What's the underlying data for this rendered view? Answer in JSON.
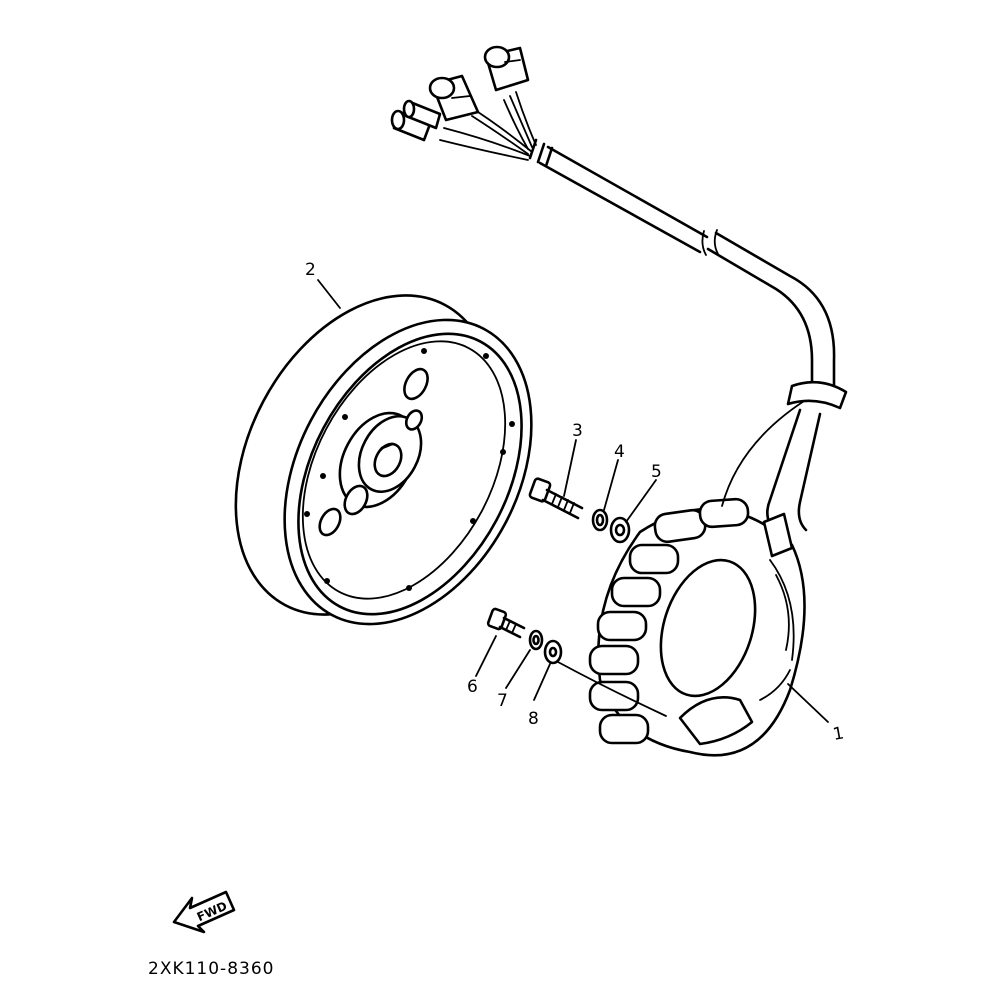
{
  "diagram": {
    "parts": [
      {
        "label": "1",
        "part": "stator"
      },
      {
        "label": "2",
        "part": "rotor"
      },
      {
        "label": "3",
        "part": "bolt"
      },
      {
        "label": "4",
        "part": "washer"
      },
      {
        "label": "5",
        "part": "washer"
      },
      {
        "label": "6",
        "part": "screw"
      },
      {
        "label": "7",
        "part": "washer"
      },
      {
        "label": "8",
        "part": "washer"
      }
    ],
    "direction_label": "FWD",
    "drawing_code": "2XK110-8360"
  },
  "colors": {
    "ink": "#000000",
    "paper": "#ffffff"
  },
  "icons": {
    "direction": "fwd-arrow-icon"
  }
}
